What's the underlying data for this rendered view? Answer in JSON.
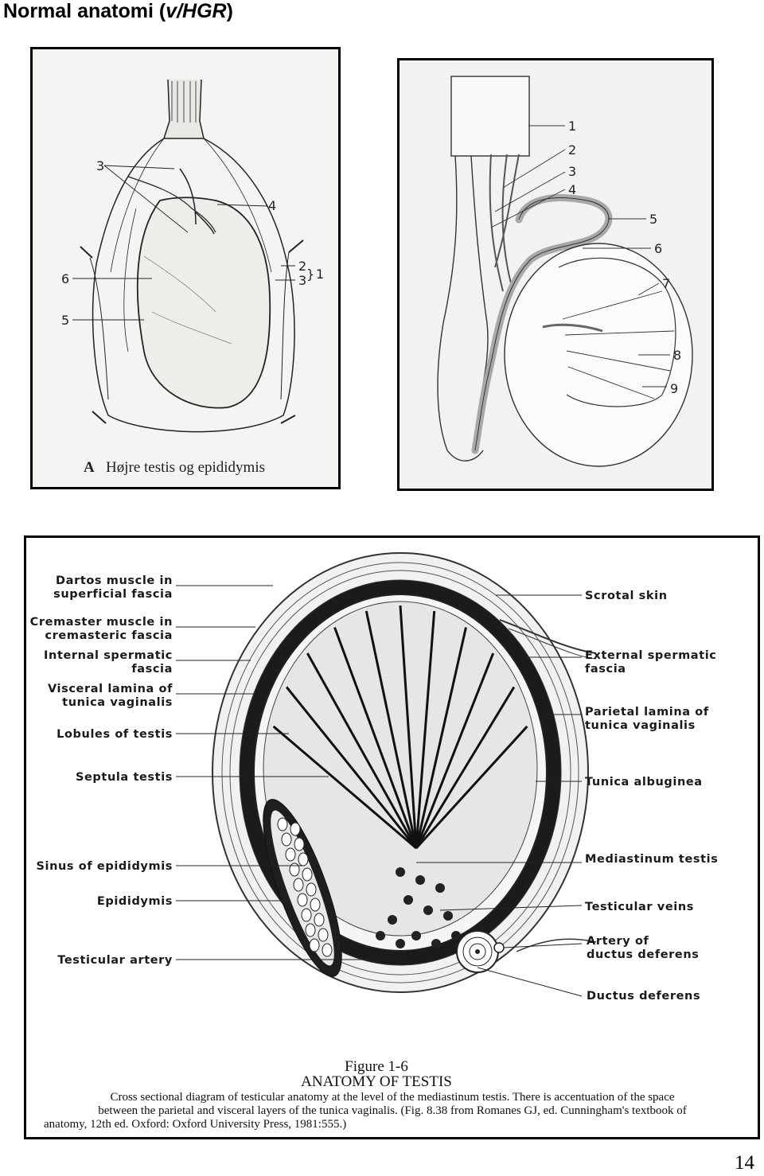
{
  "page": {
    "title_main": "Normal anatomi (",
    "title_italic": "v/HGR",
    "title_end": ")",
    "page_number": "14"
  },
  "panel_a": {
    "caption_letter": "A",
    "caption_text": "Højre testis og epididymis",
    "labels": {
      "l3": "3",
      "l4": "4",
      "l2": "2",
      "l3b": "3",
      "l1": "1",
      "l6": "6",
      "l5": "5"
    }
  },
  "panel_b": {
    "labels": [
      "1",
      "2",
      "3",
      "4",
      "5",
      "6",
      "7",
      "8",
      "9"
    ]
  },
  "panel_c": {
    "left_labels": {
      "dartos_1": "Dartos muscle in",
      "dartos_2": "superficial fascia",
      "cremaster_1": "Cremaster muscle in",
      "cremaster_2": "cremasteric fascia",
      "internal_1": "Internal spermatic",
      "internal_2": "fascia",
      "visceral_1": "Visceral lamina of",
      "visceral_2": "tunica vaginalis",
      "lobules": "Lobules of testis",
      "septula": "Septula testis",
      "sinus": "Sinus of epididymis",
      "epididymis": "Epididymis",
      "testicular_artery": "Testicular artery"
    },
    "right_labels": {
      "scrotal_skin": "Scrotal skin",
      "external_1": "External spermatic",
      "external_2": "fascia",
      "parietal_1": "Parietal lamina of",
      "parietal_2": "tunica vaginalis",
      "tunica_albuginea": "Tunica albuginea",
      "mediastinum": "Mediastinum testis",
      "veins": "Testicular veins",
      "artery_dd_1": "Artery of",
      "artery_dd_2": "ductus deferens",
      "ductus": "Ductus deferens"
    },
    "caption": {
      "figure": "Figure 1-6",
      "heading": "ANATOMY OF TESTIS",
      "line1": "Cross sectional diagram of testicular anatomy at the level of the mediastinum testis. There is accentuation of the space",
      "line2": "between the parietal and visceral layers of the tunica vaginalis. (Fig. 8.38 from Romanes GJ, ed. Cunningham's textbook of",
      "line3": "anatomy, 12th ed. Oxford: Oxford University Press, 1981:555.)"
    }
  }
}
